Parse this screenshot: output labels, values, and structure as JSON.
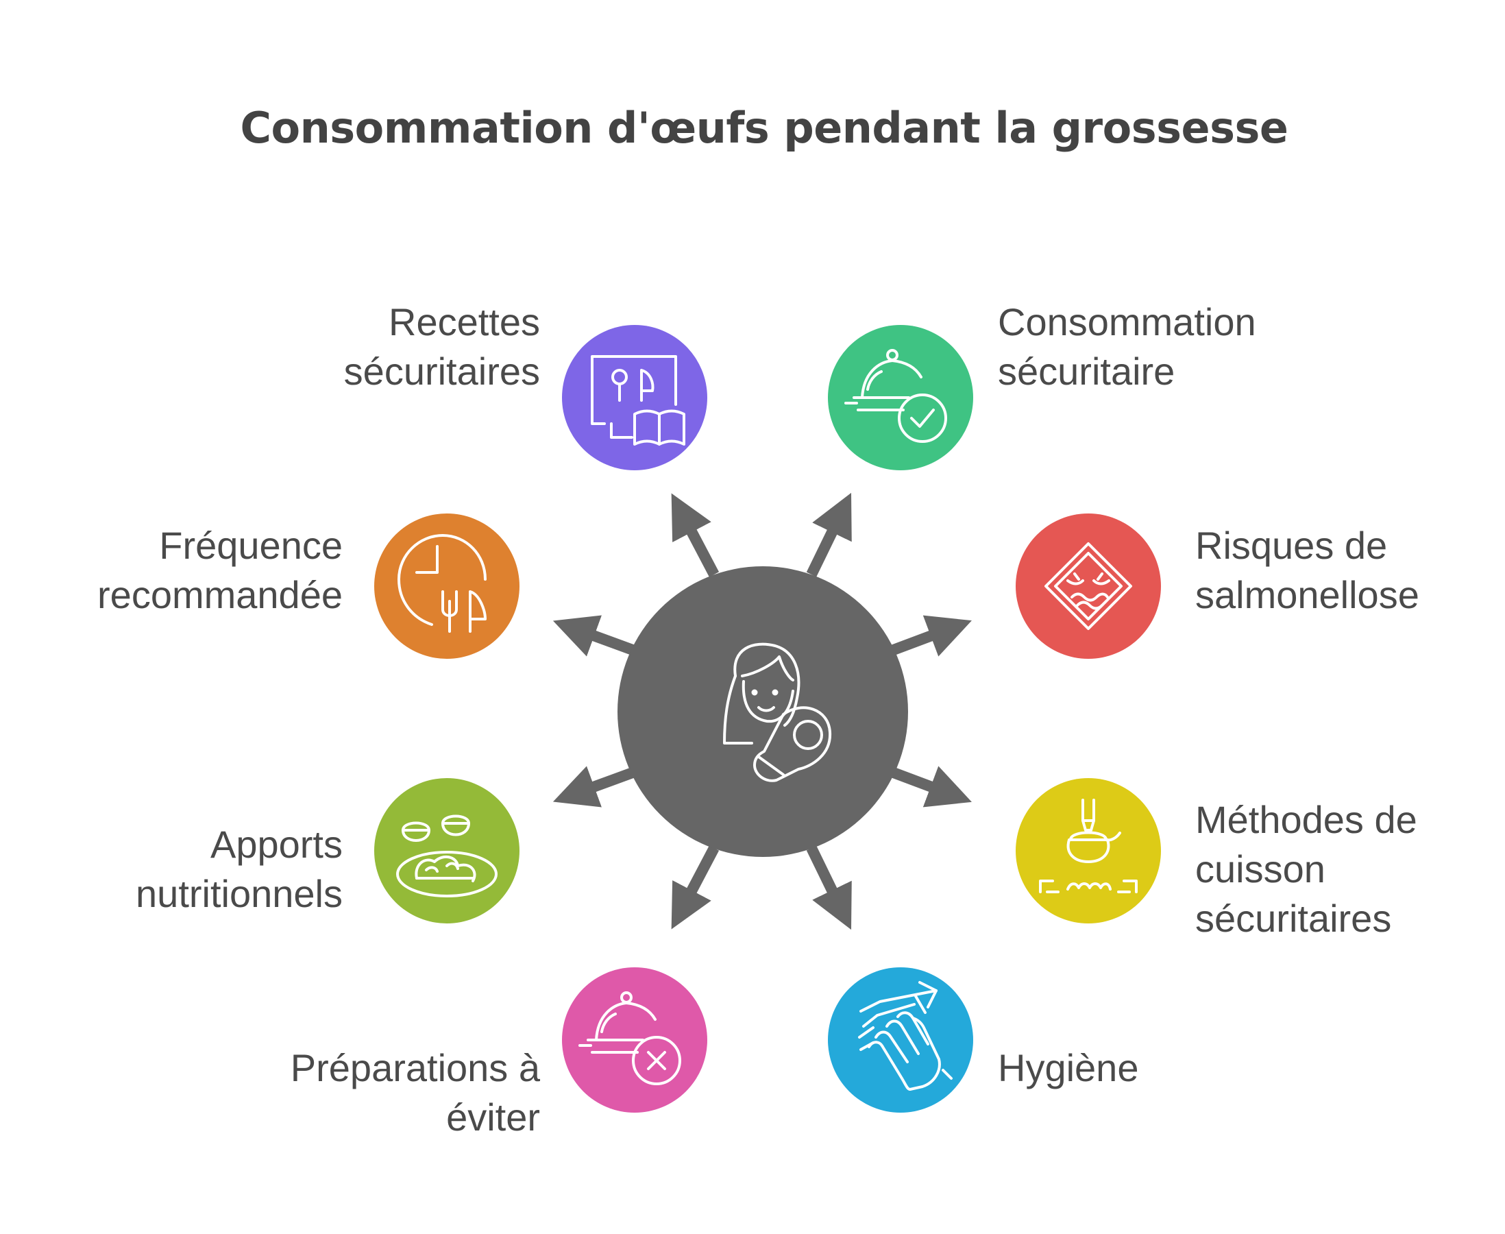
{
  "title": "Consommation d'œufs pendant la grossesse",
  "center": {
    "icon": "mother-baby-icon",
    "color": "#666666"
  },
  "items": [
    {
      "id": "recettes",
      "line1": "Recettes",
      "line2": "sécuritaires",
      "line3": "",
      "color": "#7E66E7",
      "icon": "recipe-screen-book-icon"
    },
    {
      "id": "consommation",
      "line1": "Consommation",
      "line2": "sécuritaire",
      "line3": "",
      "color": "#3FC383",
      "icon": "cloche-check-icon"
    },
    {
      "id": "frequence",
      "line1": "Fréquence",
      "line2": "recommandée",
      "line3": "",
      "color": "#DE812F",
      "icon": "clock-cutlery-icon"
    },
    {
      "id": "risques",
      "line1": "Risques de",
      "line2": "salmonellose",
      "line3": "",
      "color": "#E55753",
      "icon": "warning-sign-icon"
    },
    {
      "id": "apports",
      "line1": "Apports",
      "line2": "nutritionnels",
      "line3": "",
      "color": "#94BA38",
      "icon": "bowls-plate-icon"
    },
    {
      "id": "methodes",
      "line1": "Méthodes de",
      "line2": "cuisson",
      "line3": "sécuritaires",
      "color": "#DDCB17",
      "icon": "cooking-pot-icon"
    },
    {
      "id": "preparations",
      "line1": "Préparations à",
      "line2": "éviter",
      "line3": "",
      "color": "#DF59A9",
      "icon": "cloche-cross-icon"
    },
    {
      "id": "hygiene",
      "line1": "Hygiène",
      "line2": "",
      "line3": "",
      "color": "#24A9DA",
      "icon": "hand-wash-icon"
    }
  ]
}
